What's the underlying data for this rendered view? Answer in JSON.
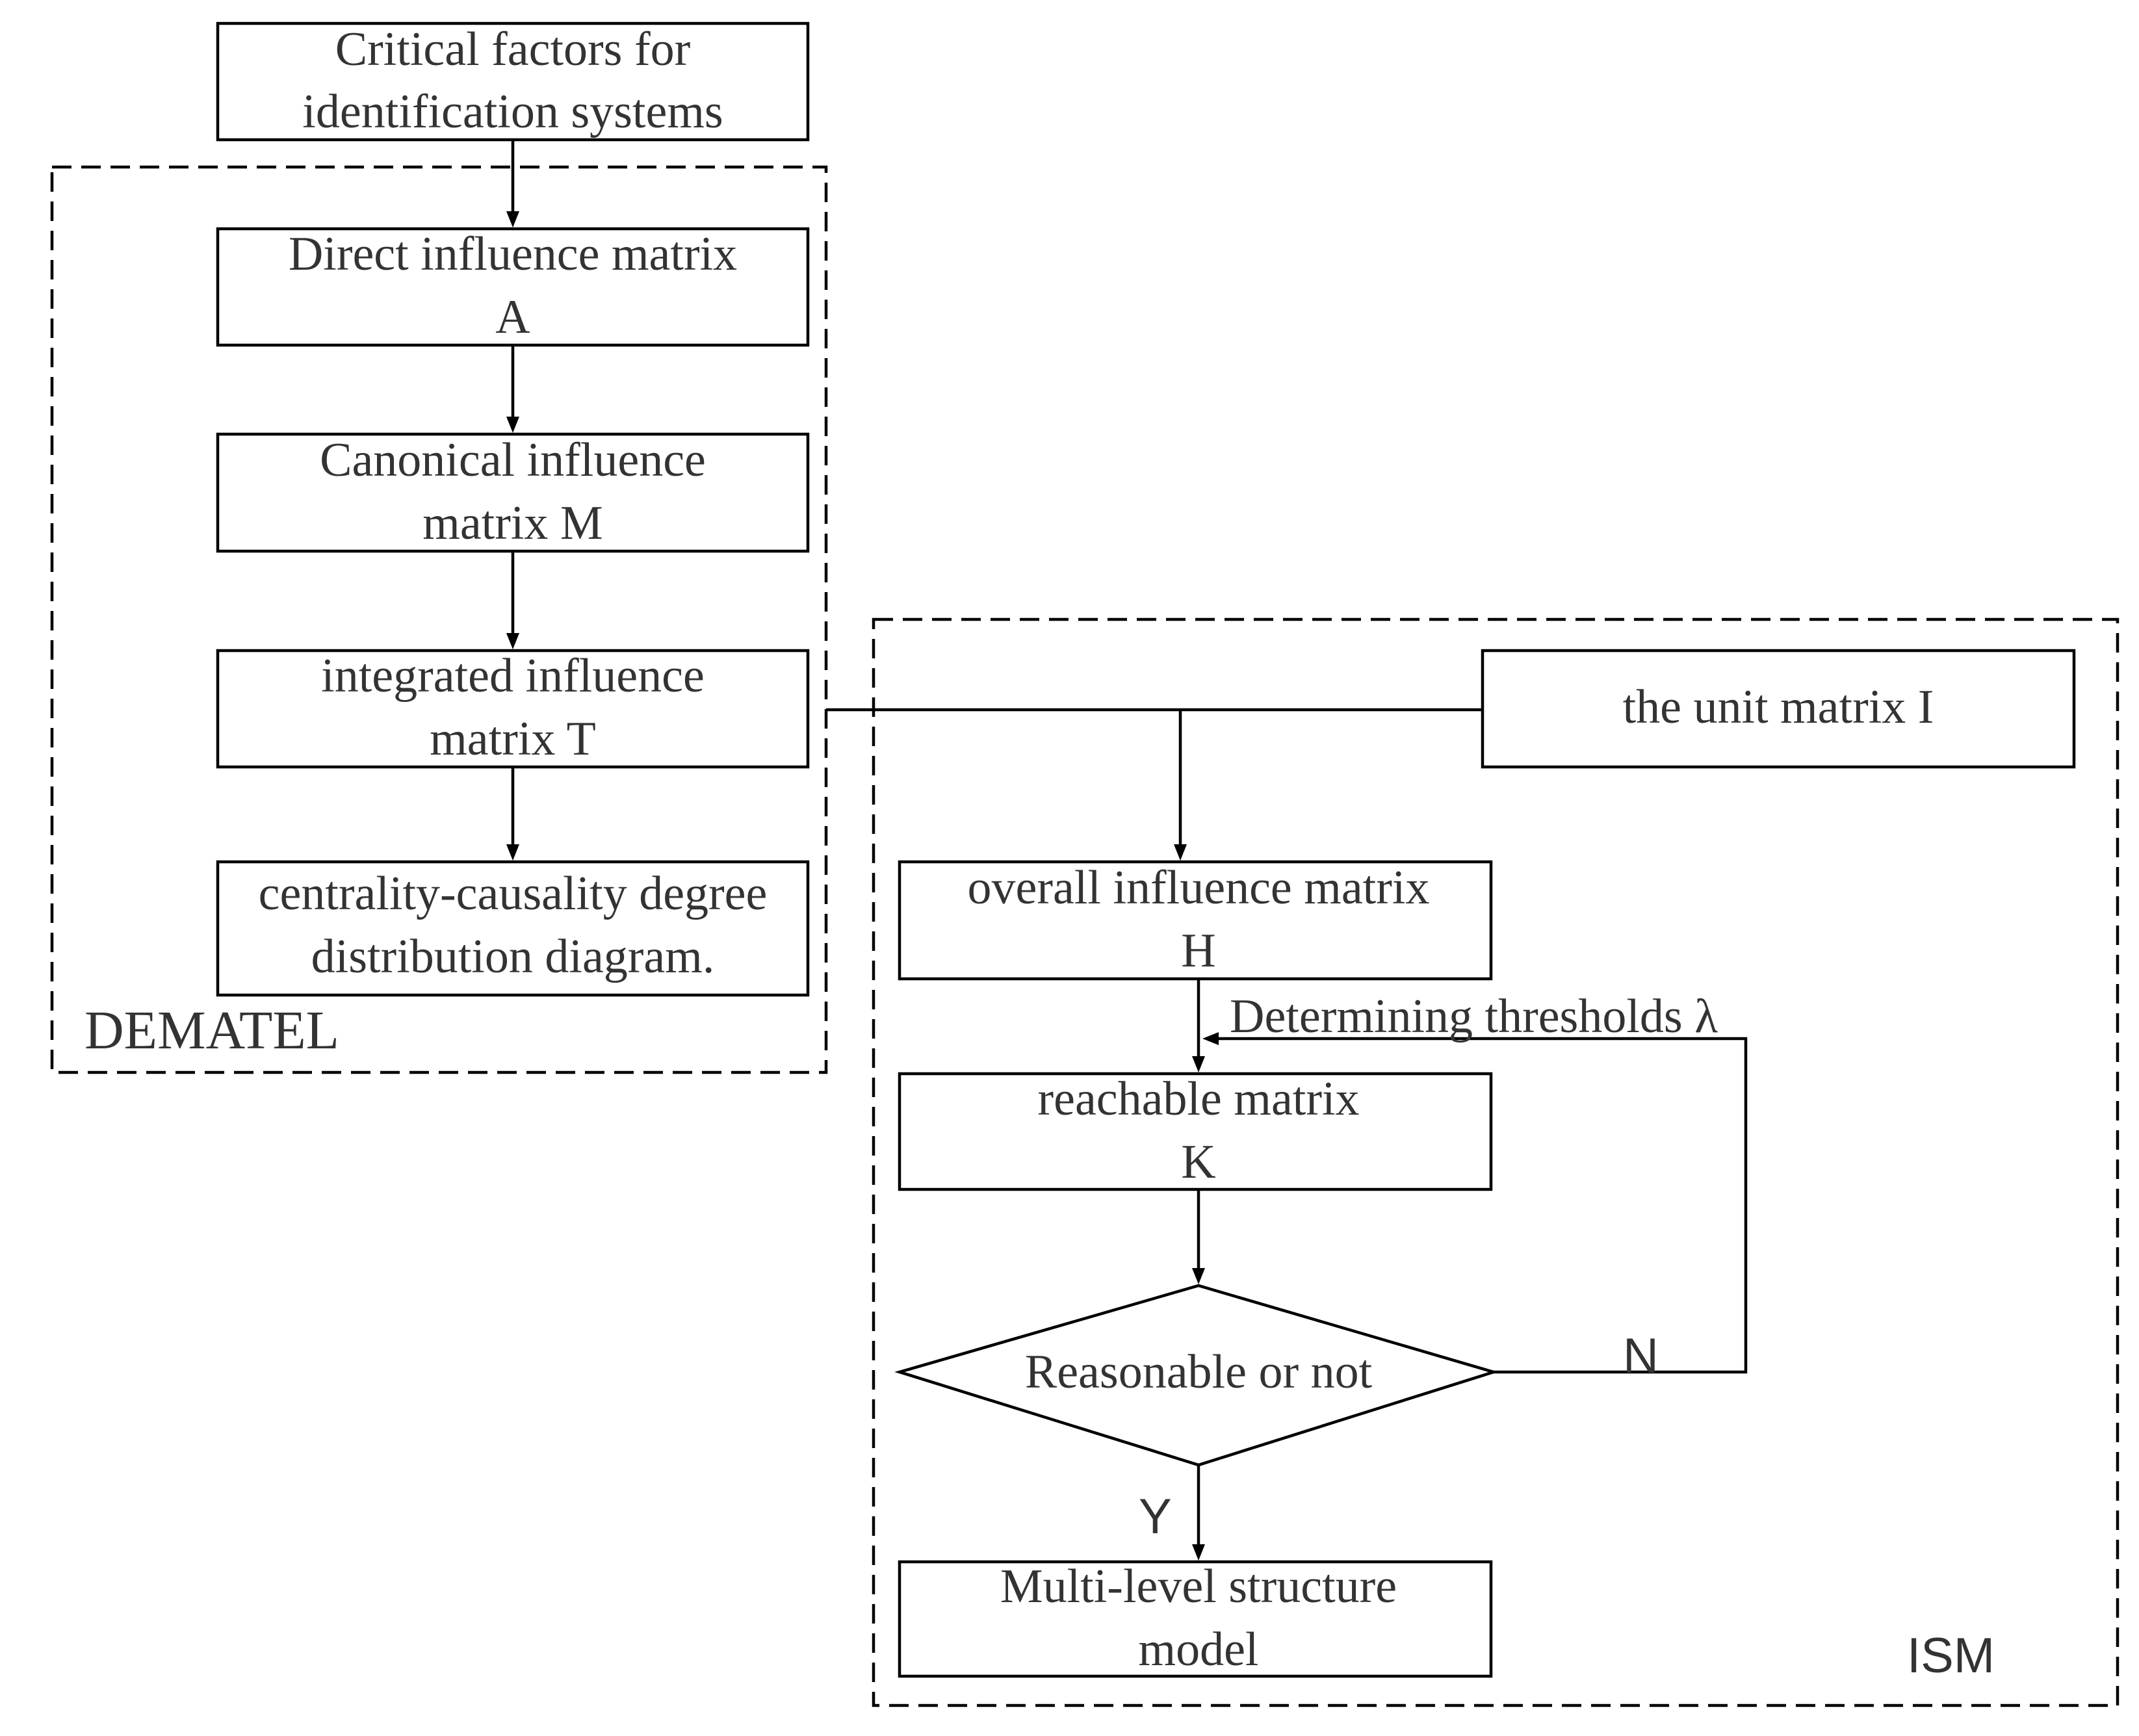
{
  "diagram": {
    "nodes": {
      "critical_factors": {
        "line1": "Critical factors for",
        "line2": "identification systems"
      },
      "direct_matrix": {
        "line1": "Direct influence matrix",
        "line2": "A"
      },
      "canonical_matrix": {
        "line1": "Canonical influence",
        "line2": "matrix M"
      },
      "integrated_matrix": {
        "line1": "integrated influence",
        "line2": "matrix T"
      },
      "centrality_diagram": {
        "line1": "centrality-causality degree",
        "line2": "distribution diagram."
      },
      "unit_matrix": {
        "line1": "the unit matrix I"
      },
      "overall_matrix": {
        "line1": "overall influence matrix",
        "line2": "H"
      },
      "reachable_matrix": {
        "line1": "reachable matrix",
        "line2": "K"
      },
      "decision": {
        "line1": "Reasonable or not"
      },
      "multilevel_model": {
        "line1": "Multi-level structure",
        "line2": "model"
      }
    },
    "groups": {
      "dematel": "DEMATEL",
      "ism": "ISM"
    },
    "edge_labels": {
      "threshold": "Determining thresholds λ",
      "no": "N",
      "yes": "Y"
    }
  }
}
